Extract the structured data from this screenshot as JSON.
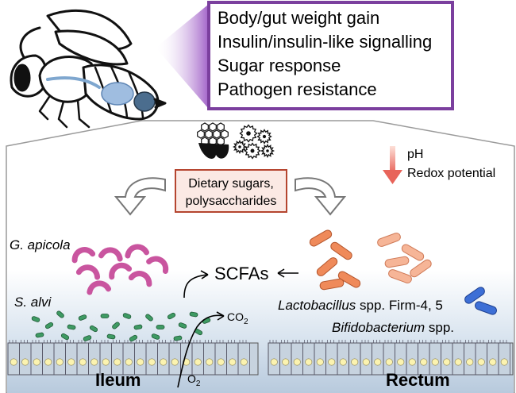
{
  "effects": {
    "items": [
      "Body/gut weight gain",
      "Insulin/insulin-like signalling",
      "Sugar response",
      "Pathogen resistance"
    ]
  },
  "diet": {
    "line1": "Dietary sugars,",
    "line2": "polysaccharides"
  },
  "gradient": {
    "ph": "pH",
    "redox": "Redox potential"
  },
  "bacteria": {
    "g_apicola": "G. apicola",
    "s_alvi": "S. alvi",
    "lactobacillus_name": "Lactobacillus",
    "lactobacillus_rest": " spp. Firm-4, 5",
    "bifido_name": "Bifidobacterium",
    "bifido_rest": " spp."
  },
  "products": {
    "scfas": "SCFAs",
    "co2_base": "CO",
    "co2_sub": "2",
    "o2_base": "O",
    "o2_sub": "2"
  },
  "regions": {
    "ileum": "Ileum",
    "rectum": "Rectum"
  },
  "colors": {
    "box_border": "#7b3f9e",
    "diet_border": "#b5452f",
    "diet_fill": "#fbe9e4",
    "g_apicola": "#c9559f",
    "s_alvi": "#3e9a63",
    "lacto_dark": "#ef8a5a",
    "lacto_light": "#f6b597",
    "bifido": "#3d6fd6",
    "mucosa": "#c9d7e6"
  }
}
